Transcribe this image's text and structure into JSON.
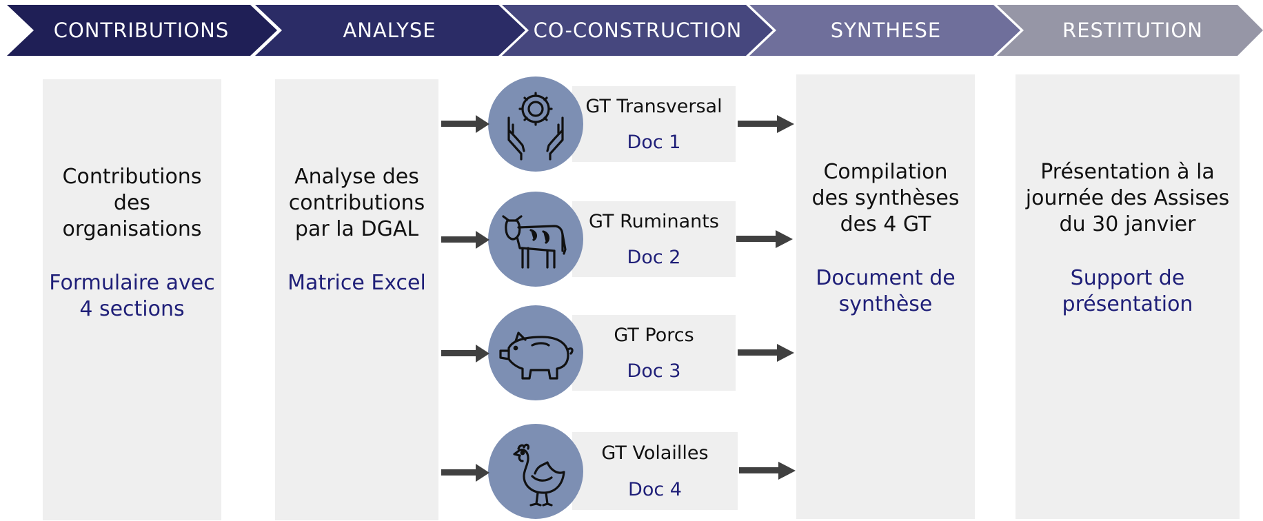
{
  "steps": [
    {
      "label": "CONTRIBUTIONS",
      "color": "#1f1f56"
    },
    {
      "label": "ANALYSE",
      "color": "#2b2c66"
    },
    {
      "label": "CO-CONSTRUCTION",
      "color": "#46477e"
    },
    {
      "label": "SYNTHESE",
      "color": "#6f6f9b"
    },
    {
      "label": "RESTITUTION",
      "color": "#9696a6"
    }
  ],
  "contributions": {
    "lines": [
      "Contributions",
      "des",
      "organisations"
    ],
    "deliverable": [
      "Formulaire avec",
      "4 sections"
    ]
  },
  "analyse": {
    "lines": [
      "Analyse des",
      "contributions",
      "par la DGAL"
    ],
    "deliverable": [
      "Matrice Excel"
    ]
  },
  "groups": [
    {
      "title": "GT Transversal",
      "doc": "Doc 1",
      "icon": "hands-gear-icon"
    },
    {
      "title": "GT Ruminants",
      "doc": "Doc 2",
      "icon": "cow-icon"
    },
    {
      "title": "GT Porcs",
      "doc": "Doc 3",
      "icon": "pig-icon"
    },
    {
      "title": "GT Volailles",
      "doc": "Doc 4",
      "icon": "chicken-icon"
    }
  ],
  "synthese": {
    "lines": [
      "Compilation",
      "des synthèses",
      "des 4 GT"
    ],
    "deliverable": [
      "Document de",
      "synthèse"
    ]
  },
  "restitution": {
    "lines": [
      "Présentation à la",
      "journée des Assises",
      "du 30 janvier"
    ],
    "deliverable": [
      "Support de",
      "présentation"
    ]
  },
  "colors": {
    "accent_text": "#1f1f78",
    "panel": "#efefef",
    "circle": "#7d8fb3",
    "arrow": "#404040"
  }
}
